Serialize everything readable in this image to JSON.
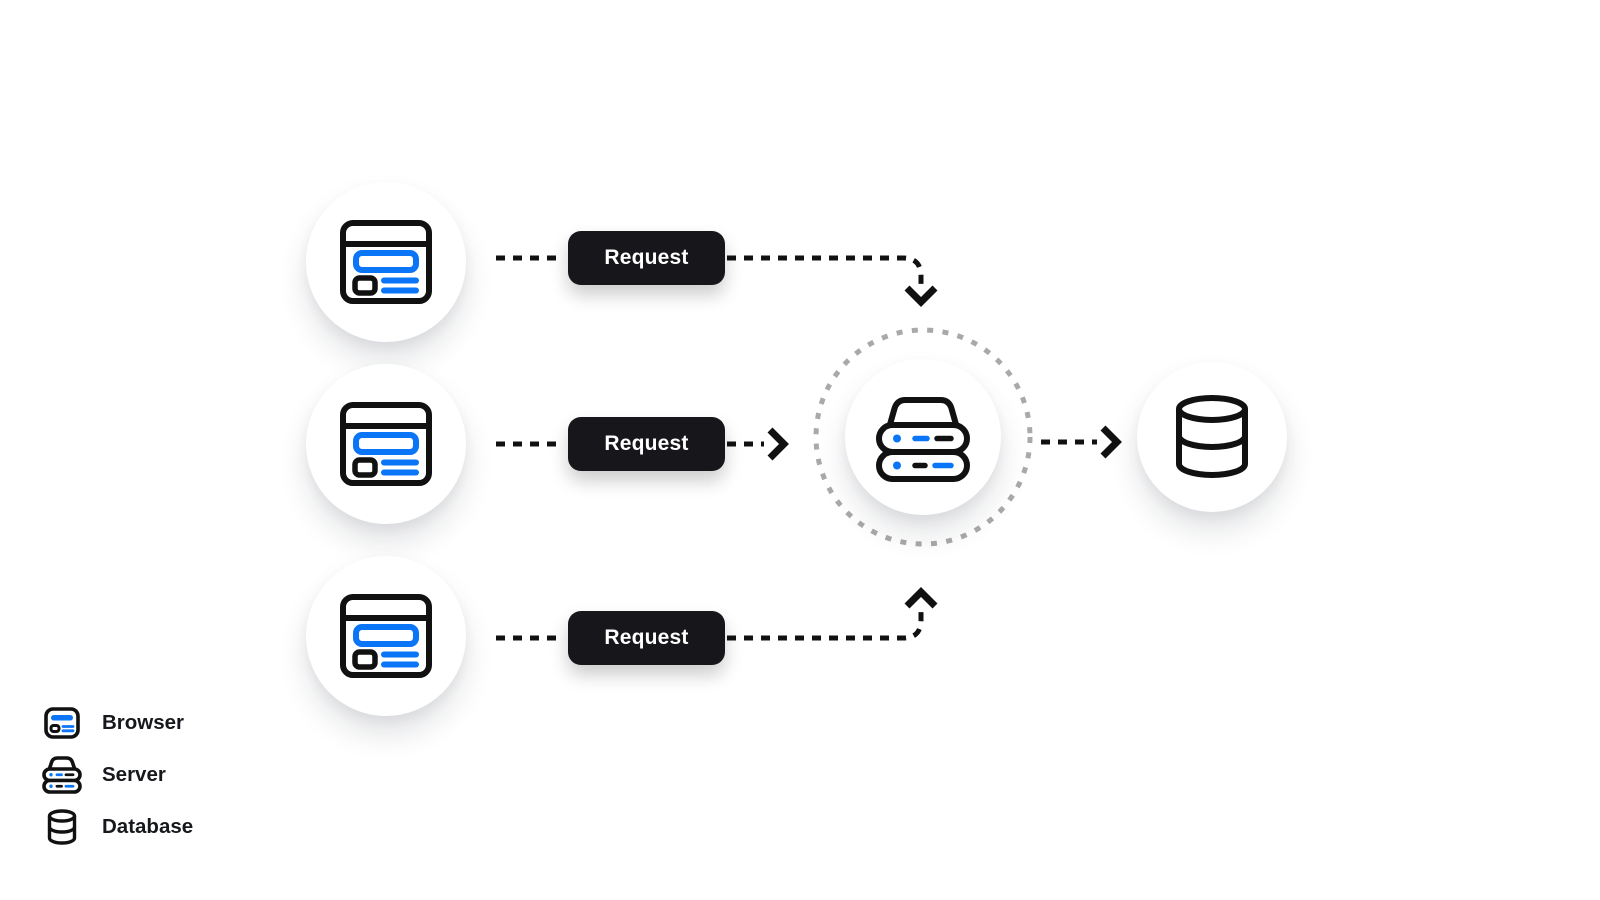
{
  "diagram": {
    "request_badges": [
      {
        "label": "Request"
      },
      {
        "label": "Request"
      },
      {
        "label": "Request"
      }
    ],
    "nodes": {
      "clients": [
        "browser",
        "browser",
        "browser"
      ],
      "center": "server",
      "right": "database"
    },
    "legend": {
      "items": [
        {
          "icon": "browser-icon",
          "label": "Browser"
        },
        {
          "icon": "server-icon",
          "label": "Server"
        },
        {
          "icon": "database-icon",
          "label": "Database"
        }
      ]
    },
    "colors": {
      "accent_blue": "#0a76f7",
      "line_black": "#111111",
      "badge_background": "#17171b",
      "badge_text": "#ffffff",
      "dashed_circle_gray": "#a9a9a9",
      "background": "#ffffff"
    }
  }
}
